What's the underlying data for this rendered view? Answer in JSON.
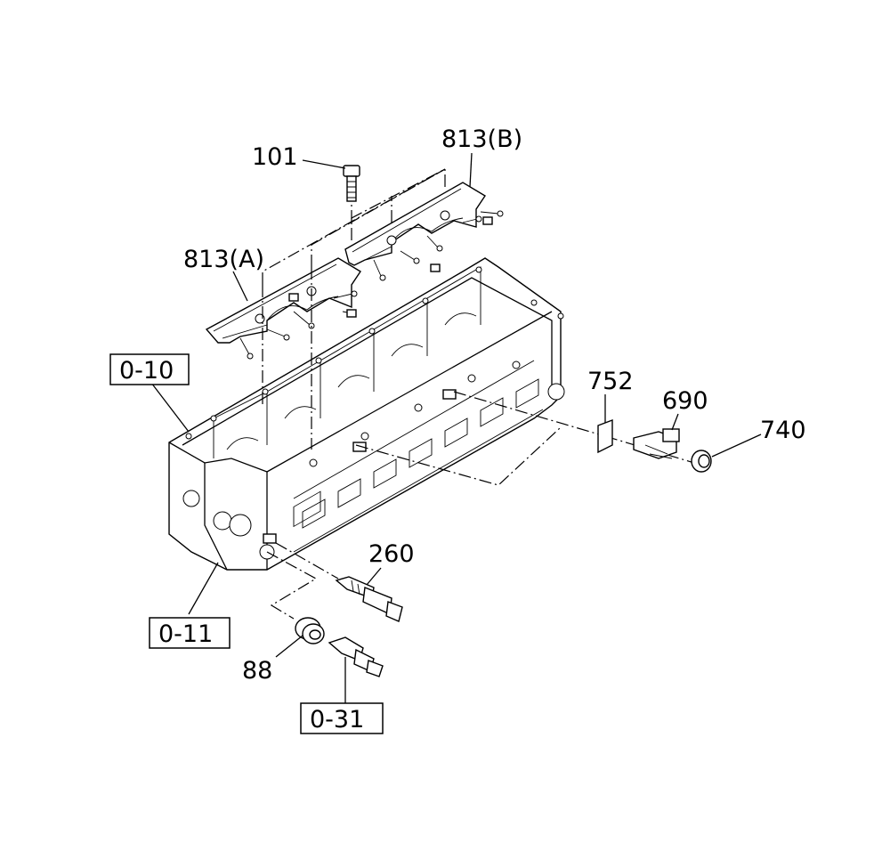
{
  "labels": {
    "p101": "101",
    "p813b": "813(B)",
    "p813a": "813(A)",
    "p752": "752",
    "p690": "690",
    "p740": "740",
    "p260": "260",
    "p88": "88"
  },
  "refs": {
    "r010": "0-10",
    "r011": "0-11",
    "r031": "0-31"
  }
}
